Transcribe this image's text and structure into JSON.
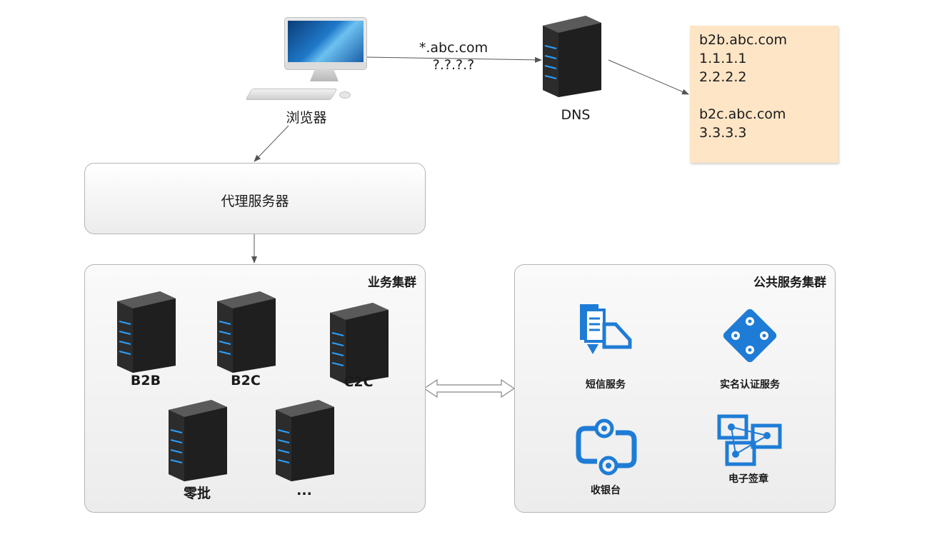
{
  "browser": {
    "label": "浏览器"
  },
  "request": {
    "host": "*.abc.com",
    "ip": "?.?.?.?"
  },
  "dns": {
    "label": "DNS",
    "records": [
      "b2b.abc.com",
      "1.1.1.1",
      "2.2.2.2",
      "",
      "b2c.abc.com",
      "3.3.3.3"
    ]
  },
  "proxy": {
    "label": "代理服务器"
  },
  "business_cluster": {
    "title": "业务集群",
    "servers": [
      "B2B",
      "B2C",
      "C2C",
      "零批",
      "..."
    ]
  },
  "public_cluster": {
    "title": "公共服务集群",
    "services": [
      {
        "label": "短信服务",
        "icon": "sms-service-icon"
      },
      {
        "label": "实名认证服务",
        "icon": "identity-verification-icon"
      },
      {
        "label": "收银台",
        "icon": "cashier-icon"
      },
      {
        "label": "电子签章",
        "icon": "e-signature-icon"
      }
    ]
  },
  "colors": {
    "icon_blue": "#1e7cd6",
    "server_led": "#2aa0ff",
    "note_bg": "#fde5c6"
  }
}
